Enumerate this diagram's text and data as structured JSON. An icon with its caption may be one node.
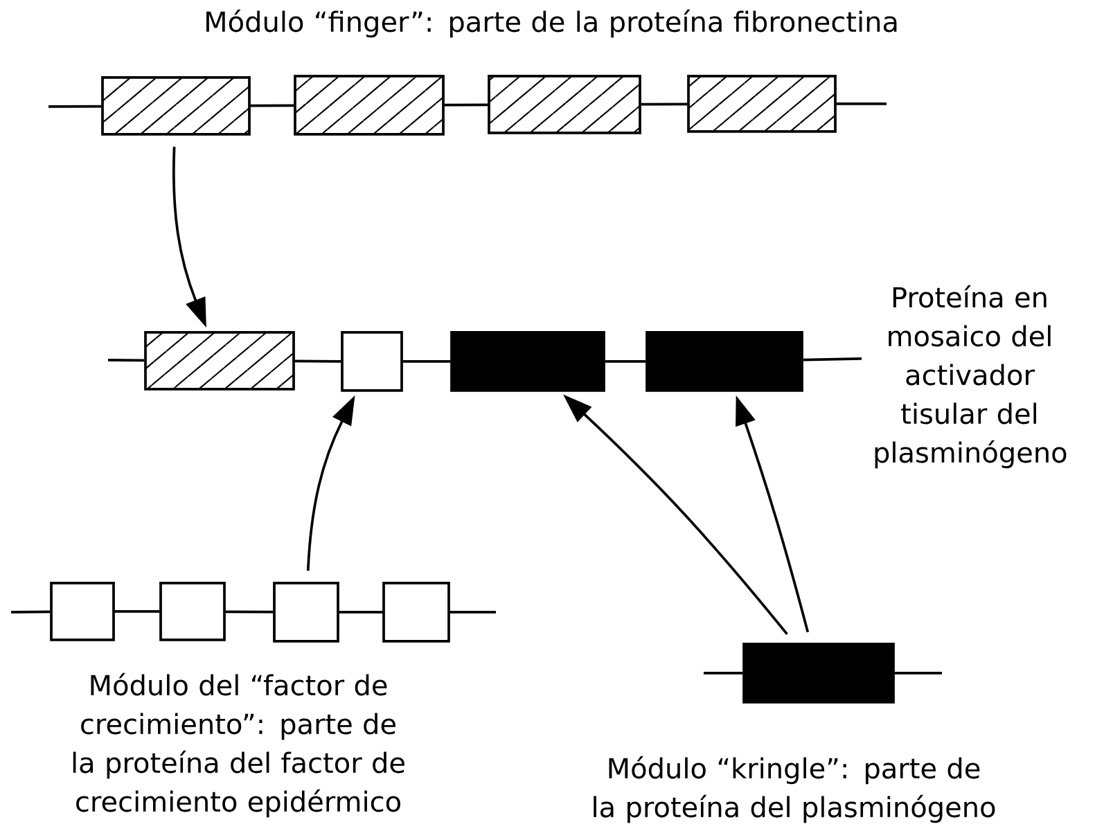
{
  "diagram": {
    "nodes": [
      {
        "text": [],
        "shape": "box"
      },
      {
        "text": [],
        "shape": "box"
      },
      {
        "text": [],
        "shape": "box"
      },
      {
        "text": [],
        "shape": "box"
      },
      {
        "text": [],
        "shape": "box"
      },
      {
        "text": [],
        "shape": "box"
      },
      {
        "text": [],
        "shape": "box"
      },
      {
        "text": [],
        "shape": "box"
      },
      {
        "text": [],
        "shape": "box"
      },
      {
        "text": [],
        "shape": "box"
      },
      {
        "text": [],
        "shape": "box"
      },
      {
        "text": [],
        "shape": "box"
      },
      {
        "text": [],
        "shape": "box"
      }
    ],
    "edges": [
      {
        "from": 0,
        "to": 4,
        "arrow": "to"
      },
      {
        "from": 10,
        "to": 5,
        "arrow": "to"
      },
      {
        "from": 12,
        "to": 6,
        "arrow": "to"
      },
      {
        "from": 12,
        "to": 7,
        "arrow": "to"
      },
      {
        "from": null,
        "to": 0,
        "arrow": "none"
      },
      {
        "from": 0,
        "to": 1,
        "arrow": "none"
      },
      {
        "from": 1,
        "to": 2,
        "arrow": "none"
      },
      {
        "from": 2,
        "to": 3,
        "arrow": "none"
      },
      {
        "from": 3,
        "to": null,
        "arrow": "none"
      },
      {
        "from": null,
        "to": 4,
        "arrow": "none"
      },
      {
        "from": 4,
        "to": 5,
        "arrow": "none"
      },
      {
        "from": 5,
        "to": 6,
        "arrow": "none"
      },
      {
        "from": 6,
        "to": 7,
        "arrow": "none"
      },
      {
        "from": 7,
        "to": null,
        "arrow": "none"
      },
      {
        "from": null,
        "to": 8,
        "arrow": "none"
      },
      {
        "from": 8,
        "to": 9,
        "arrow": "none"
      },
      {
        "from": 9,
        "to": 10,
        "arrow": "none"
      },
      {
        "from": 10,
        "to": 11,
        "arrow": "none"
      },
      {
        "from": 11,
        "to": null,
        "arrow": "none"
      },
      {
        "from": null,
        "to": 12,
        "arrow": "none"
      },
      {
        "from": 12,
        "to": null,
        "arrow": "none"
      }
    ],
    "labels": [
      "Módulo “finger”: parte de la proteína fibronectina",
      "Proteína en mosaico del activador tisular del plasminógeno",
      "Módulo del “factor de crecimiento”: parte de la proteína del factor de crecimiento epidérmico",
      "Módulo “kringle”: parte de la proteína del plasminógeno"
    ]
  }
}
